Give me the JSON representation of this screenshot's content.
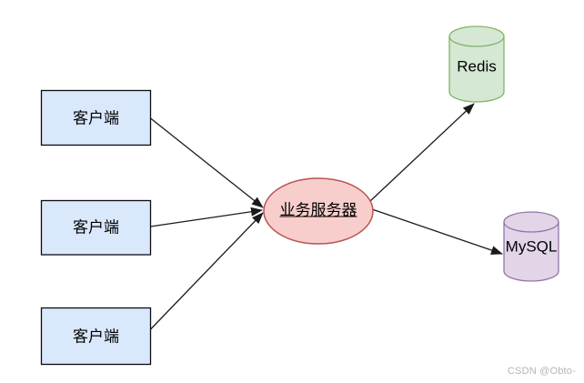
{
  "diagram": {
    "type": "architecture-flow",
    "nodes": {
      "client1": {
        "label": "客户端",
        "shape": "rectangle"
      },
      "client2": {
        "label": "客户端",
        "shape": "rectangle"
      },
      "client3": {
        "label": "客户端",
        "shape": "rectangle"
      },
      "server": {
        "label": "业务服务器",
        "shape": "ellipse"
      },
      "redis": {
        "label": "Redis",
        "shape": "cylinder"
      },
      "mysql": {
        "label": "MySQL",
        "shape": "cylinder"
      }
    },
    "edges": [
      {
        "from": "client1",
        "to": "server"
      },
      {
        "from": "client2",
        "to": "server"
      },
      {
        "from": "client3",
        "to": "server"
      },
      {
        "from": "server",
        "to": "redis"
      },
      {
        "from": "server",
        "to": "mysql"
      }
    ],
    "colors": {
      "client_fill": "#dae8fc",
      "client_stroke": "#0d0d14",
      "server_fill": "#f8cecc",
      "server_stroke": "#b85450",
      "redis_fill": "#d5e8d4",
      "redis_stroke": "#82b366",
      "mysql_fill": "#e1d5e7",
      "mysql_stroke": "#9673a6",
      "edge_color": "#1a1a1a"
    }
  },
  "watermark": {
    "text": "CSDN @Obto-",
    "color": "#b5b5b5"
  }
}
